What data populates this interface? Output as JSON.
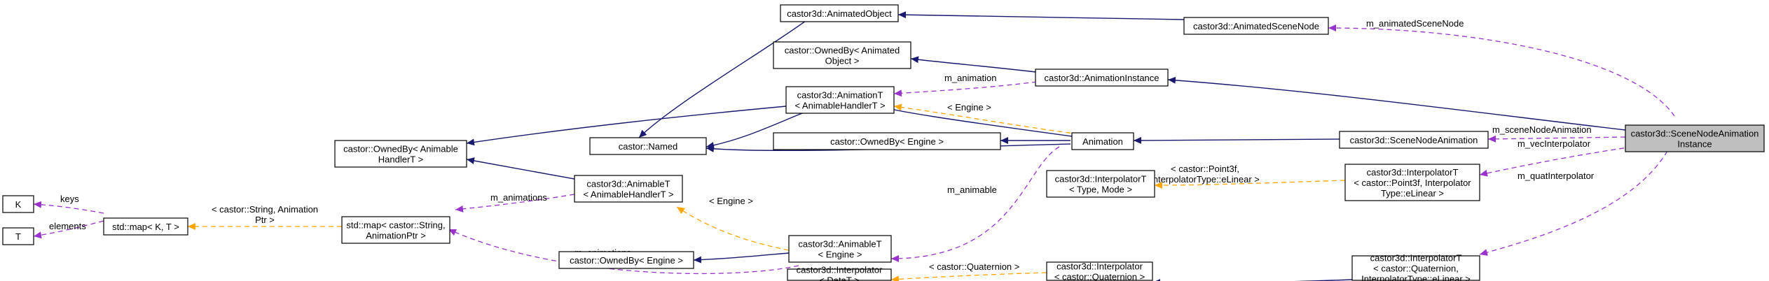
{
  "colors": {
    "inheritance": "#191970",
    "usage": "#9a32cd",
    "template": "#ffa500",
    "focus_fill": "#bfbfbf"
  },
  "nodes": {
    "animated_object": [
      "castor3d::AnimatedObject"
    ],
    "animated_scene_node": [
      "castor3d::AnimatedSceneNode"
    ],
    "owned_by_animated_object": [
      "castor::OwnedBy< Animated",
      "Object >"
    ],
    "animation_instance": [
      "castor3d::AnimationInstance"
    ],
    "animation_t": [
      "castor3d::AnimationT",
      "< AnimableHandlerT >"
    ],
    "owned_by_animable_handler": [
      "castor::OwnedBy< Animable",
      "HandlerT >"
    ],
    "named": [
      "castor::Named"
    ],
    "owned_by_engine_1": [
      "castor::OwnedBy< Engine >"
    ],
    "animation": [
      "Animation"
    ],
    "scene_node_animation": [
      "castor3d::SceneNodeAnimation"
    ],
    "scene_node_animation_instance": [
      "castor3d::SceneNodeAnimation",
      "Instance"
    ],
    "k": [
      "K"
    ],
    "t": [
      "T"
    ],
    "std_map_kt": [
      "std::map< K, T >"
    ],
    "animable_t_handler": [
      "castor3d::AnimableT",
      "< AnimableHandlerT >"
    ],
    "interpolator_t_type_mode": [
      "castor3d::InterpolatorT",
      "< Type, Mode >"
    ],
    "interpolator_t_point3f": [
      "castor3d::InterpolatorT",
      "< castor::Point3f, Interpolator",
      "Type::eLinear >"
    ],
    "std_map_string_animptr": [
      "std::map< castor::String,",
      "AnimationPtr >"
    ],
    "owned_by_engine_2": [
      "castor::OwnedBy< Engine >"
    ],
    "animable_t_engine": [
      "castor3d::AnimableT",
      "< Engine >"
    ],
    "interpolator_datat": [
      "castor3d::Interpolator",
      "< DataT >"
    ],
    "interpolator_quaternion": [
      "castor3d::Interpolator",
      "< castor::Quaternion >"
    ],
    "interpolator_t_quaternion": [
      "castor3d::InterpolatorT",
      "< castor::Quaternion,",
      "InterpolatorType::eLinear >"
    ]
  },
  "edge_labels": {
    "m_animated_scene_node": [
      "m_animatedSceneNode"
    ],
    "m_animation": [
      "m_animation"
    ],
    "engine_1": [
      "< Engine >"
    ],
    "m_scene_node_animation": [
      "m_sceneNodeAnimation"
    ],
    "m_vec_interpolator": [
      "m_vecInterpolator"
    ],
    "point3f_tpl": [
      "< castor::Point3f,",
      "InterpolatorType::eLinear >"
    ],
    "m_quat_interpolator": [
      "m_quatInterpolator"
    ],
    "keys": [
      "keys"
    ],
    "elements": [
      "elements"
    ],
    "string_animptr_tpl": [
      "< castor::String, Animation",
      "Ptr >"
    ],
    "m_animations_1": [
      "m_animations"
    ],
    "engine_2": [
      "< Engine >"
    ],
    "m_animable": [
      "m_animable"
    ],
    "quaternion_tpl": [
      "< castor::Quaternion >"
    ],
    "m_animations_2": [
      "m_animations"
    ]
  }
}
